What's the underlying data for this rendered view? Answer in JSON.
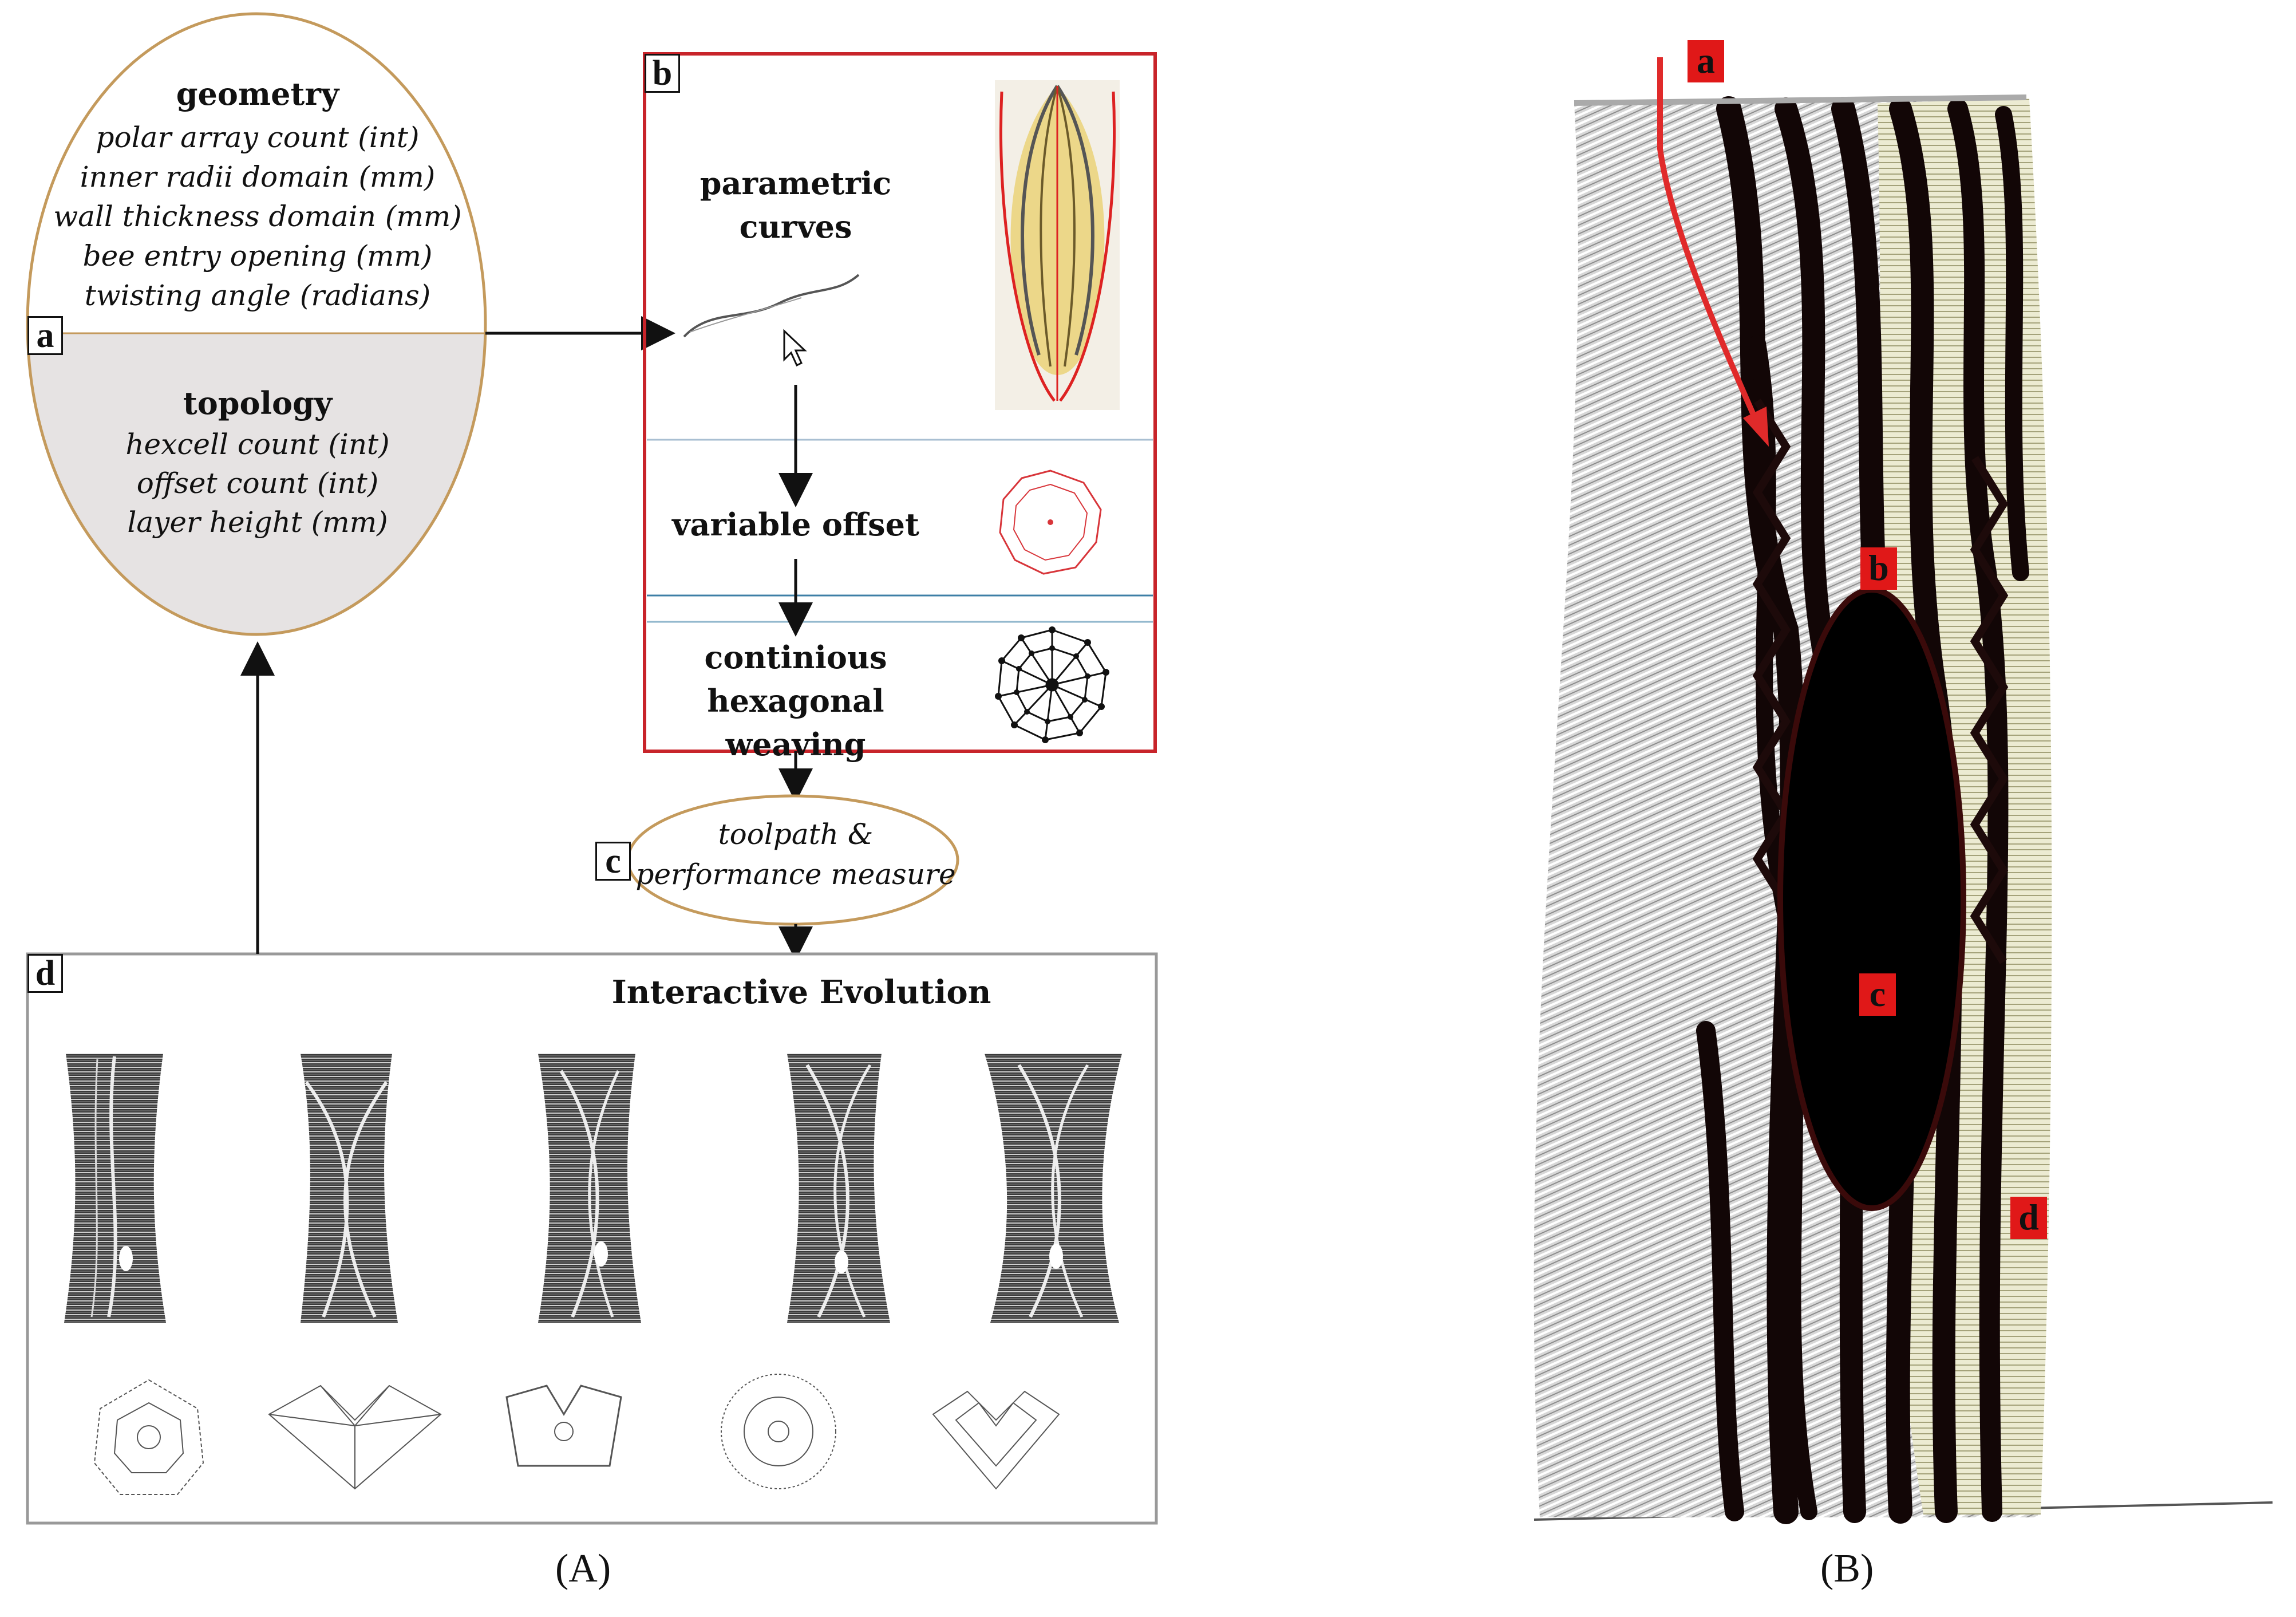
{
  "panel_a": {
    "label": "a",
    "geometry_title": "geometry",
    "geometry_params": [
      "polar array count (int)",
      "inner radii domain (mm)",
      "wall thickness domain (mm)",
      "bee entry opening (mm)",
      "twisting angle (radians)"
    ],
    "topology_title": "topology",
    "topology_params": [
      "hexcell count  (int)",
      "offset count (int)",
      "layer height (mm)"
    ]
  },
  "panel_b": {
    "label": "b",
    "step1": "parametric curves",
    "step2": "variable offset",
    "step3_line1": "continious",
    "step3_line2": "hexagonal weaving"
  },
  "panel_c": {
    "label": "c",
    "line1": "toolpath &",
    "line2": "performance measure"
  },
  "panel_d": {
    "label": "d",
    "title": "Interactive Evolution"
  },
  "caption_A": "(A)",
  "caption_B": "(B)",
  "render_B": {
    "tags": [
      "a",
      "b",
      "c",
      "d"
    ]
  },
  "colors": {
    "frame_red": "#c8242a",
    "ellipse_tan": "#c49a5c",
    "topology_fill": "#e6e3e3",
    "tag_red": "#e01818"
  }
}
